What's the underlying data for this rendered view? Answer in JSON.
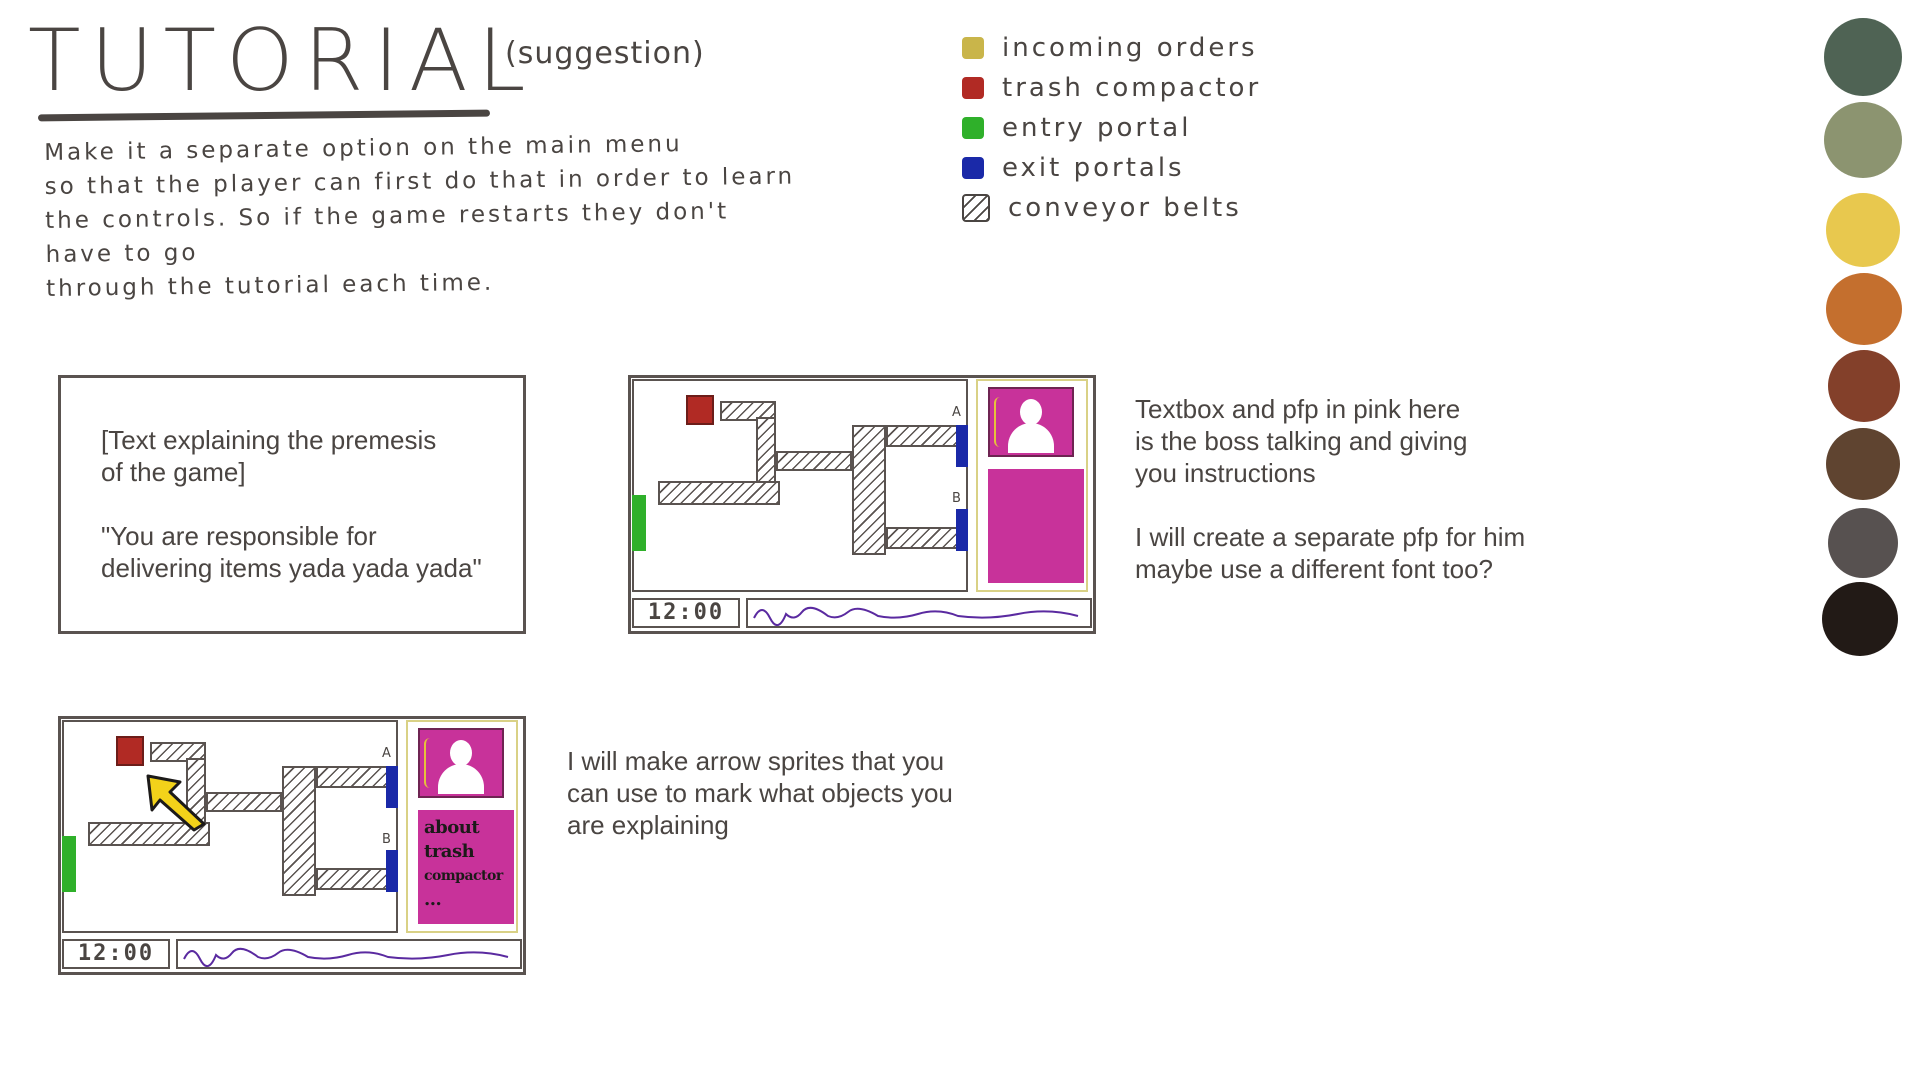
{
  "header": {
    "title": "TUTORIAL",
    "subtitle": "(suggestion)",
    "intro_lines": [
      "Make it a separate option on the main menu",
      "so that the player can first do that in order to learn",
      "the controls. So if the game restarts they don't have to go",
      "through the tutorial each time."
    ]
  },
  "legend": [
    {
      "label": "incoming orders",
      "color": "#c9b54a",
      "icon": "incoming-orders-swatch"
    },
    {
      "label": "trash compactor",
      "color": "#b12a24",
      "icon": "trash-compactor-swatch"
    },
    {
      "label": "entry portal",
      "color": "#2fb02a",
      "icon": "entry-portal-swatch"
    },
    {
      "label": "exit portals",
      "color": "#1a29a8",
      "icon": "exit-portal-swatch"
    },
    {
      "label": "conveyor belts",
      "color": "#4a4542",
      "icon": "conveyor-belt-swatch"
    }
  ],
  "palette": [
    "#4f6354",
    "#8c9470",
    "#e8c84e",
    "#c46f2e",
    "#83402a",
    "#5f4430",
    "#575150",
    "#221a16"
  ],
  "text_panel": {
    "line1": "[Text explaining the premesis",
    "line2": "of the game]",
    "line3": "\"You are responsible for",
    "line4": "delivering items yada yada yada\""
  },
  "notes": {
    "boss_lines": [
      "Textbox and pfp in pink here",
      "is the boss talking and giving",
      "you instructions",
      "",
      "I will create a separate pfp for him",
      "maybe use a different font too?"
    ],
    "arrow_lines": [
      "I will make arrow sprites that you",
      "can use to mark what objects you",
      "are explaining"
    ]
  },
  "game": {
    "timer": "12:00",
    "exit_a": "A",
    "exit_b": "B",
    "textbox_lines": [
      "about",
      "trash",
      "compactor",
      "..."
    ]
  },
  "colors": {
    "ink": "#4a4542",
    "boss_pink": "#c8329a",
    "arrow_yellow": "#f2d21a",
    "squiggle_purple": "#5a2aa0"
  }
}
